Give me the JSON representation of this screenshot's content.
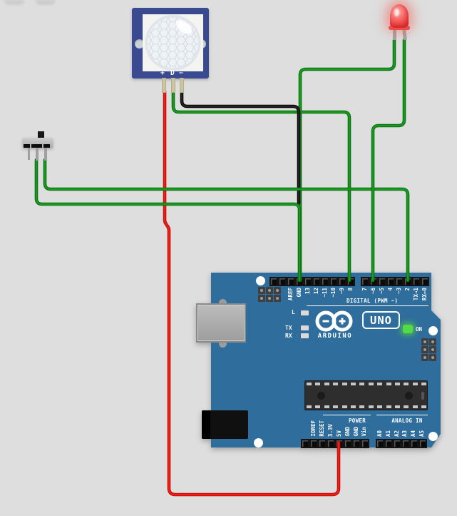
{
  "canvas": {
    "background": "#dedede"
  },
  "colors": {
    "arduino_board": "#2e6d9c",
    "pir_board": "#3a4a91",
    "wire_green": "#189a1e",
    "wire_red": "#f71b12",
    "wire_black": "#242424",
    "led_red": "#ee3b3e",
    "power_led_green": "#54da45",
    "pin_tan": "#cdc5a2"
  },
  "pir": {
    "pin_labels": {
      "plus": "+",
      "data": "D",
      "minus": "−"
    }
  },
  "arduino": {
    "brand": "ARDUINO",
    "model": "UNO",
    "on_label": "ON",
    "digital_section_label": "DIGITAL (PWM ~)",
    "power_section_label": "POWER",
    "analog_section_label": "ANALOG IN",
    "led_labels": {
      "l": "L",
      "tx": "TX",
      "rx": "RX"
    },
    "digital_left_pins": [
      "AREF",
      "GND",
      "13",
      "12",
      "~11",
      "~10",
      "~9",
      "8"
    ],
    "digital_right_pins": [
      "7",
      "~6",
      "~5",
      "4",
      "~3",
      "2",
      "TX→1",
      "RX←0"
    ],
    "power_pins": [
      "IOREF",
      "RESET",
      "3.3V",
      "5V",
      "GND",
      "GND",
      "Vin"
    ],
    "analog_pins": [
      "A0",
      "A1",
      "A2",
      "A3",
      "A4",
      "A5"
    ]
  },
  "wires": {
    "pir_power": {
      "from": "PIR +",
      "to": "5V",
      "main": "#f71b12",
      "edge": "#b50f0a"
    },
    "led_cathode": {
      "from": "LED cathode",
      "to": "GND",
      "main": "#189a1e",
      "edge": "#0b6e11"
    },
    "pir_signal": {
      "from": "PIR D",
      "to": "D8",
      "main": "#189a1e",
      "edge": "#0b6e11"
    },
    "pir_gnd": {
      "from": "PIR −",
      "to": "GND",
      "main": "#242424",
      "edge": "#000000"
    },
    "switch_mid": {
      "from": "Switch middle",
      "to": "GND",
      "main": "#189a1e",
      "edge": "#0b6e11"
    },
    "switch_right": {
      "from": "Switch right",
      "to": "D2",
      "main": "#189a1e",
      "edge": "#0b6e11"
    },
    "led_anode": {
      "from": "LED anode",
      "to": "D6",
      "main": "#189a1e",
      "edge": "#0b6e11"
    }
  }
}
